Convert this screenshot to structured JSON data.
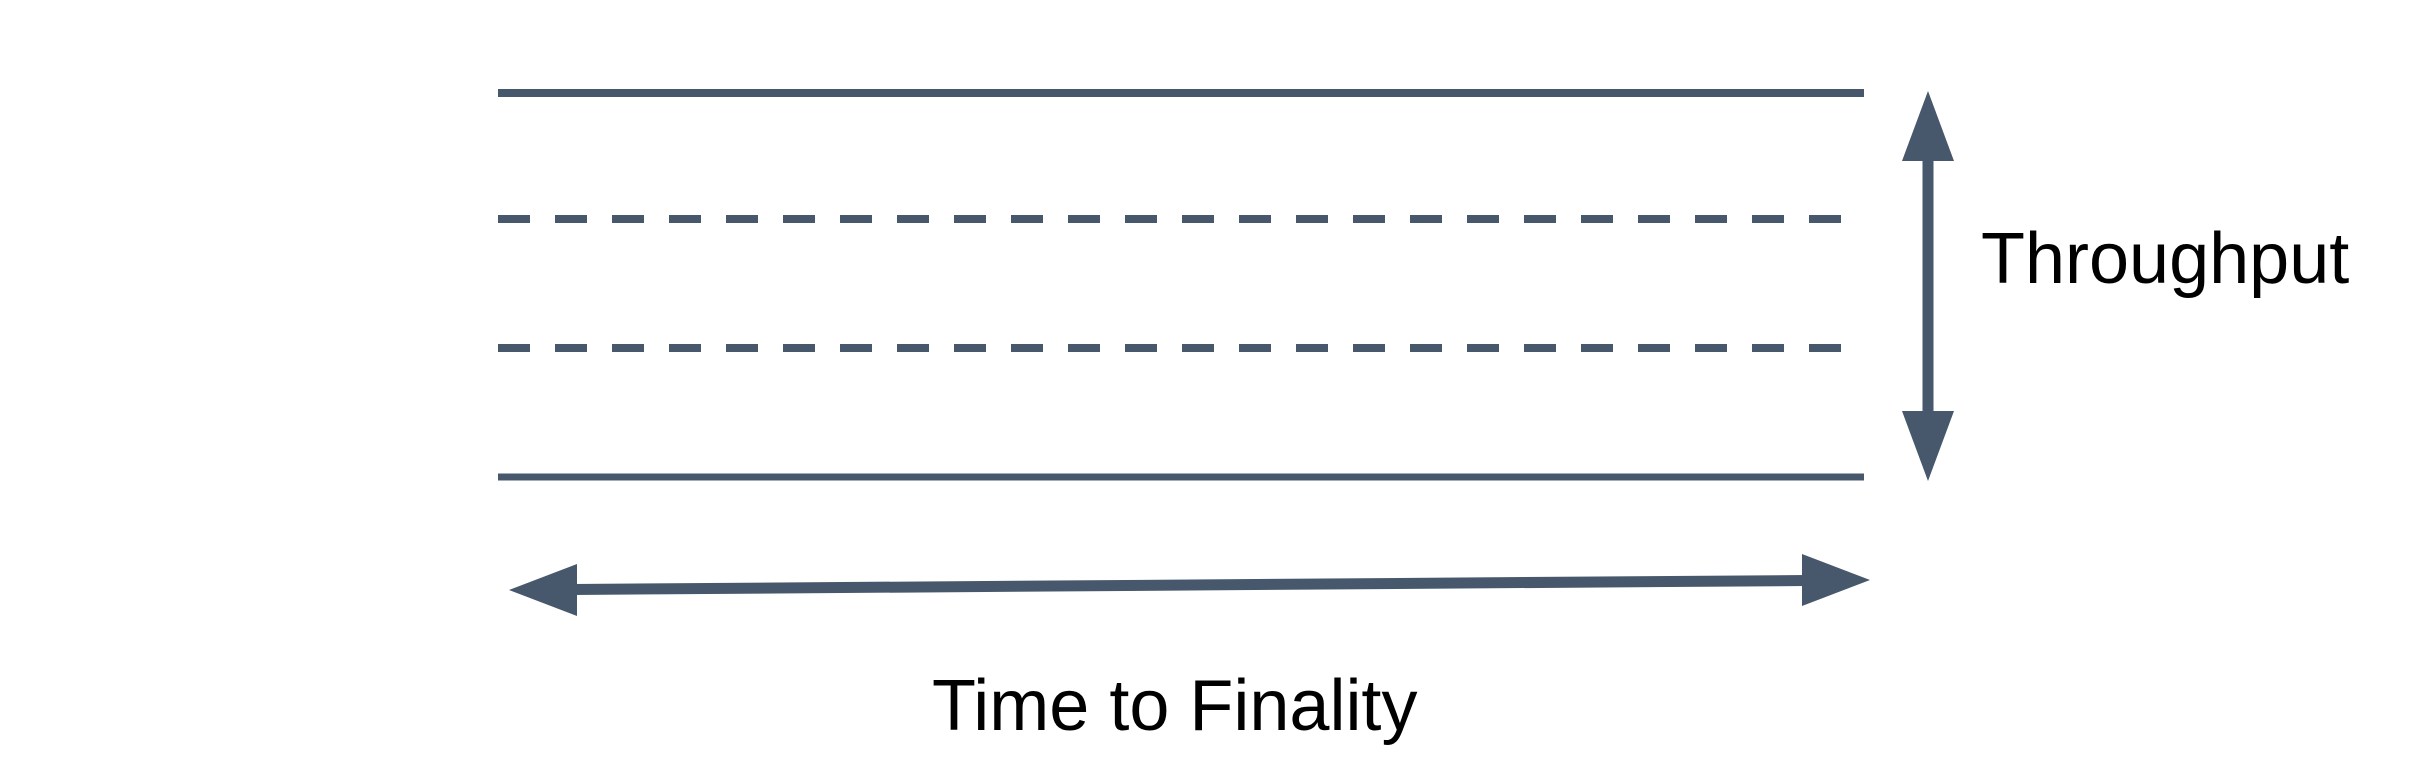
{
  "diagram": {
    "labels": {
      "throughput": "Throughput",
      "time_to_finality": "Time to Finality"
    },
    "colors": {
      "shape": "#47586C",
      "label_text": "#000000",
      "background": "#ffffff"
    },
    "structure": {
      "solid_line_count": 2,
      "dashed_line_count": 2,
      "vertical_axis_label": "Throughput",
      "horizontal_axis_label": "Time to Finality"
    }
  }
}
